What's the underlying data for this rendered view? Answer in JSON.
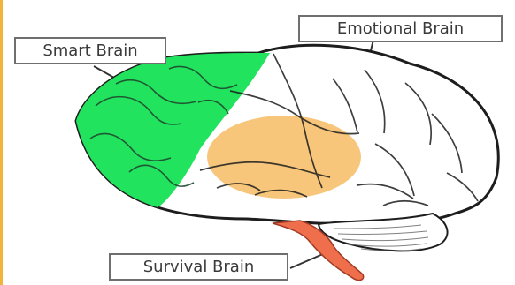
{
  "labels": {
    "smart_brain": "Smart Brain",
    "emotional_brain": "Emotional Brain",
    "survival_brain": "Survival Brain"
  },
  "colors": {
    "smart_region": "#22e35e",
    "emotional_region": "#f8c67a",
    "survival_region": "#ef6f4c",
    "outline": "#1d1d1d",
    "accent": "#f2b33a"
  }
}
